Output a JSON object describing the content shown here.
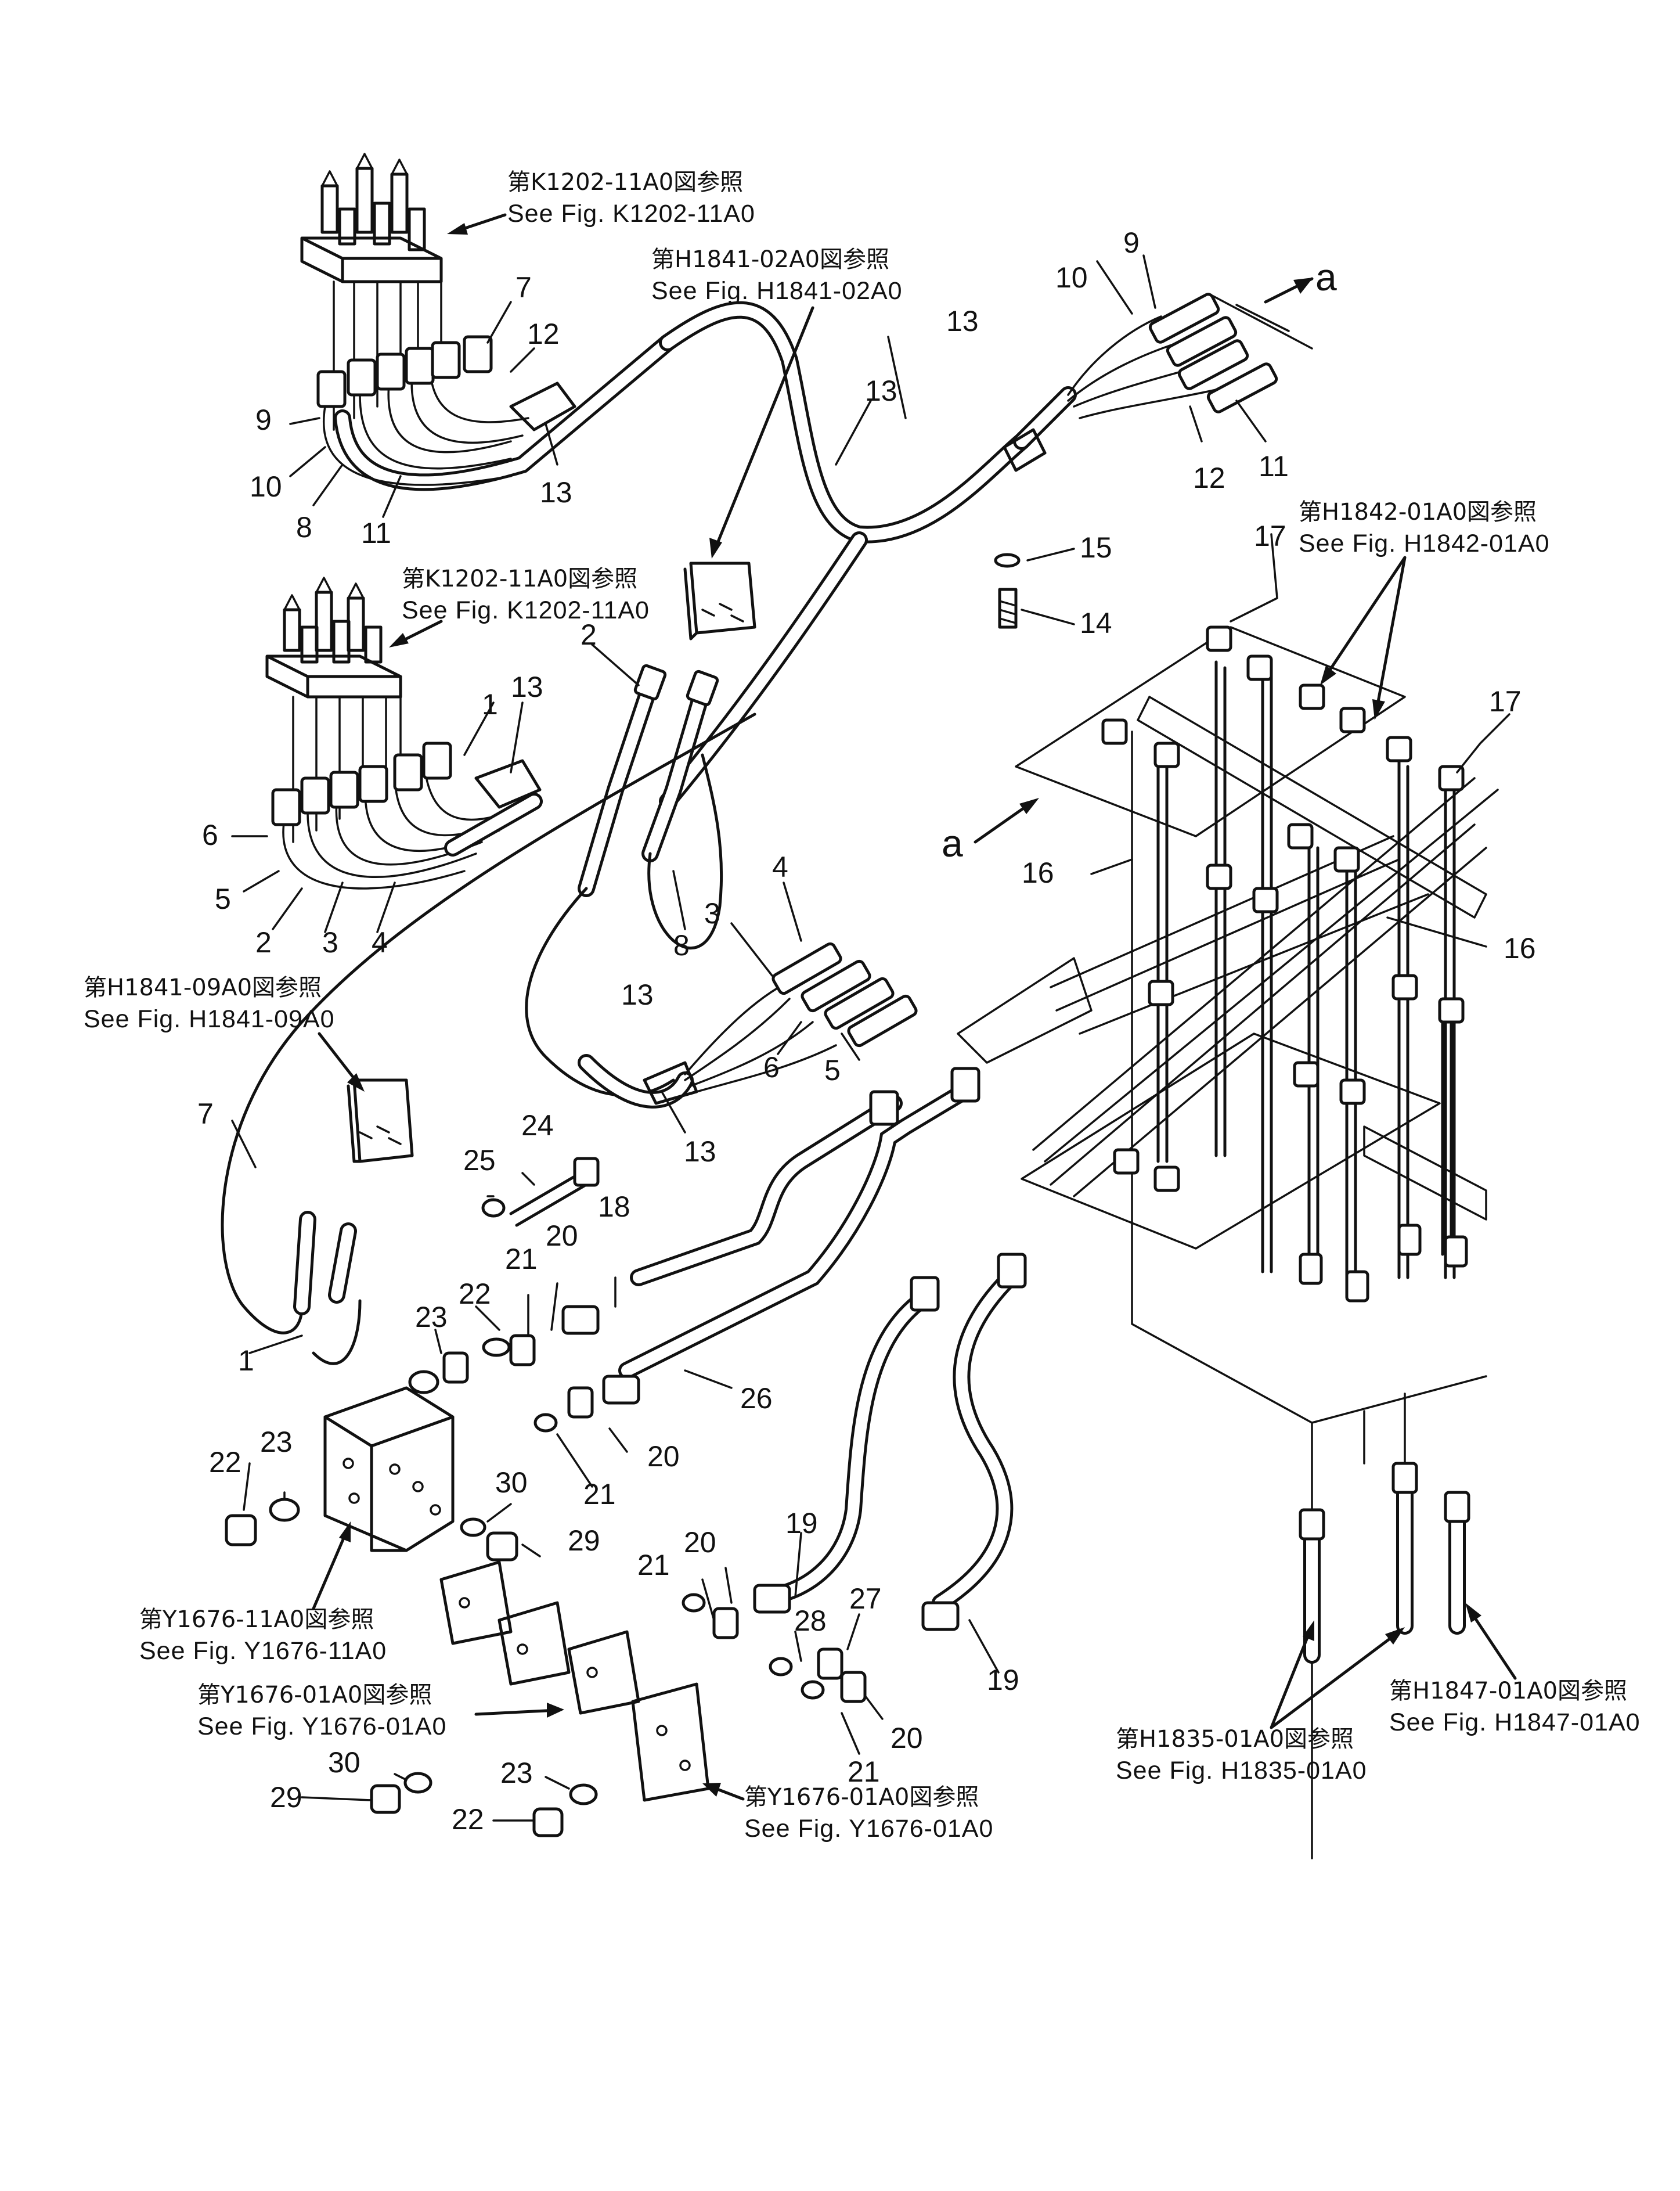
{
  "references": [
    {
      "id": "ref-k1202-upper",
      "jp": "第K1202-11A0図参照",
      "en": "See  Fig. K1202-11A0"
    },
    {
      "id": "ref-h1841-02",
      "jp": "第H1841-02A0図参照",
      "en": "See  Fig. H1841-02A0"
    },
    {
      "id": "ref-h1842-01",
      "jp": "第H1842-01A0図参照",
      "en": "See  Fig. H1842-01A0"
    },
    {
      "id": "ref-k1202-lower",
      "jp": "第K1202-11A0図参照",
      "en": "See  Fig. K1202-11A0"
    },
    {
      "id": "ref-h1841-09",
      "jp": "第H1841-09A0図参照",
      "en": "See  Fig. H1841-09A0"
    },
    {
      "id": "ref-y1676-11",
      "jp": "第Y1676-11A0図参照",
      "en": "See  Fig. Y1676-11A0"
    },
    {
      "id": "ref-y1676-01-a",
      "jp": "第Y1676-01A0図参照",
      "en": "See  Fig. Y1676-01A0"
    },
    {
      "id": "ref-y1676-01-b",
      "jp": "第Y1676-01A0図参照",
      "en": "See  Fig. Y1676-01A0"
    },
    {
      "id": "ref-h1835-01",
      "jp": "第H1835-01A0図参照",
      "en": "See  Fig. H1835-01A0"
    },
    {
      "id": "ref-h1847-01",
      "jp": "第H1847-01A0図参照",
      "en": "See  Fig. H1847-01A0"
    }
  ],
  "connection_letters": [
    "a",
    "a"
  ],
  "part_numbers": [
    "7",
    "12",
    "9",
    "10",
    "8",
    "11",
    "13",
    "13",
    "10",
    "9",
    "13",
    "12",
    "11",
    "15",
    "14",
    "17",
    "17",
    "16",
    "16",
    "1",
    "13",
    "2",
    "6",
    "5",
    "2",
    "3",
    "4",
    "8",
    "13",
    "4",
    "3",
    "6",
    "5",
    "13",
    "7",
    "25",
    "24",
    "1",
    "23",
    "22",
    "21",
    "20",
    "18",
    "26",
    "23",
    "22",
    "21",
    "20",
    "30",
    "29",
    "19",
    "20",
    "21",
    "28",
    "27",
    "20",
    "21",
    "19",
    "30",
    "29",
    "23",
    "22"
  ]
}
